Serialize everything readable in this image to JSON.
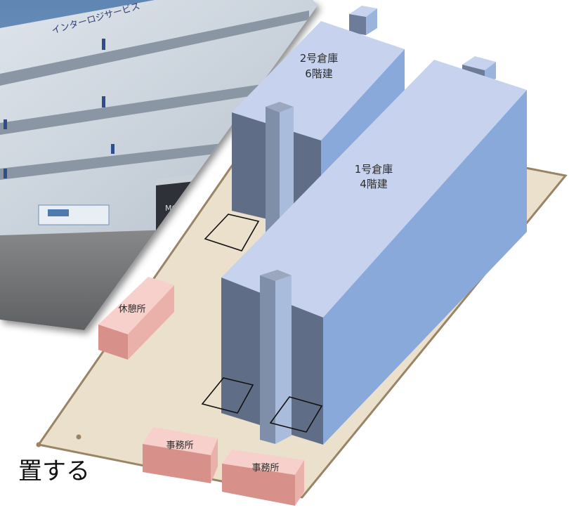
{
  "photo": {
    "sign_text": "インターロジサービス",
    "door_sign": "MOL"
  },
  "buildings": [
    {
      "id": "warehouse-2",
      "line1": "2号倉庫",
      "line2": "6階建"
    },
    {
      "id": "warehouse-1",
      "line1": "1号倉庫",
      "line2": "4階建"
    }
  ],
  "facilities": {
    "rest_area": "休憩所",
    "office_1": "事務所",
    "office_2": "事務所"
  },
  "caption": {
    "line1": "置する"
  },
  "colors": {
    "ground": "#eae0cc",
    "ground_edge": "#9a8466",
    "building_top": "#c7d3ee",
    "building_front": "#89a9da",
    "building_side": "#5f6d87",
    "column": "#7f8ea9",
    "facility_top": "#f7cfcb",
    "facility_side": "#d8908a"
  }
}
